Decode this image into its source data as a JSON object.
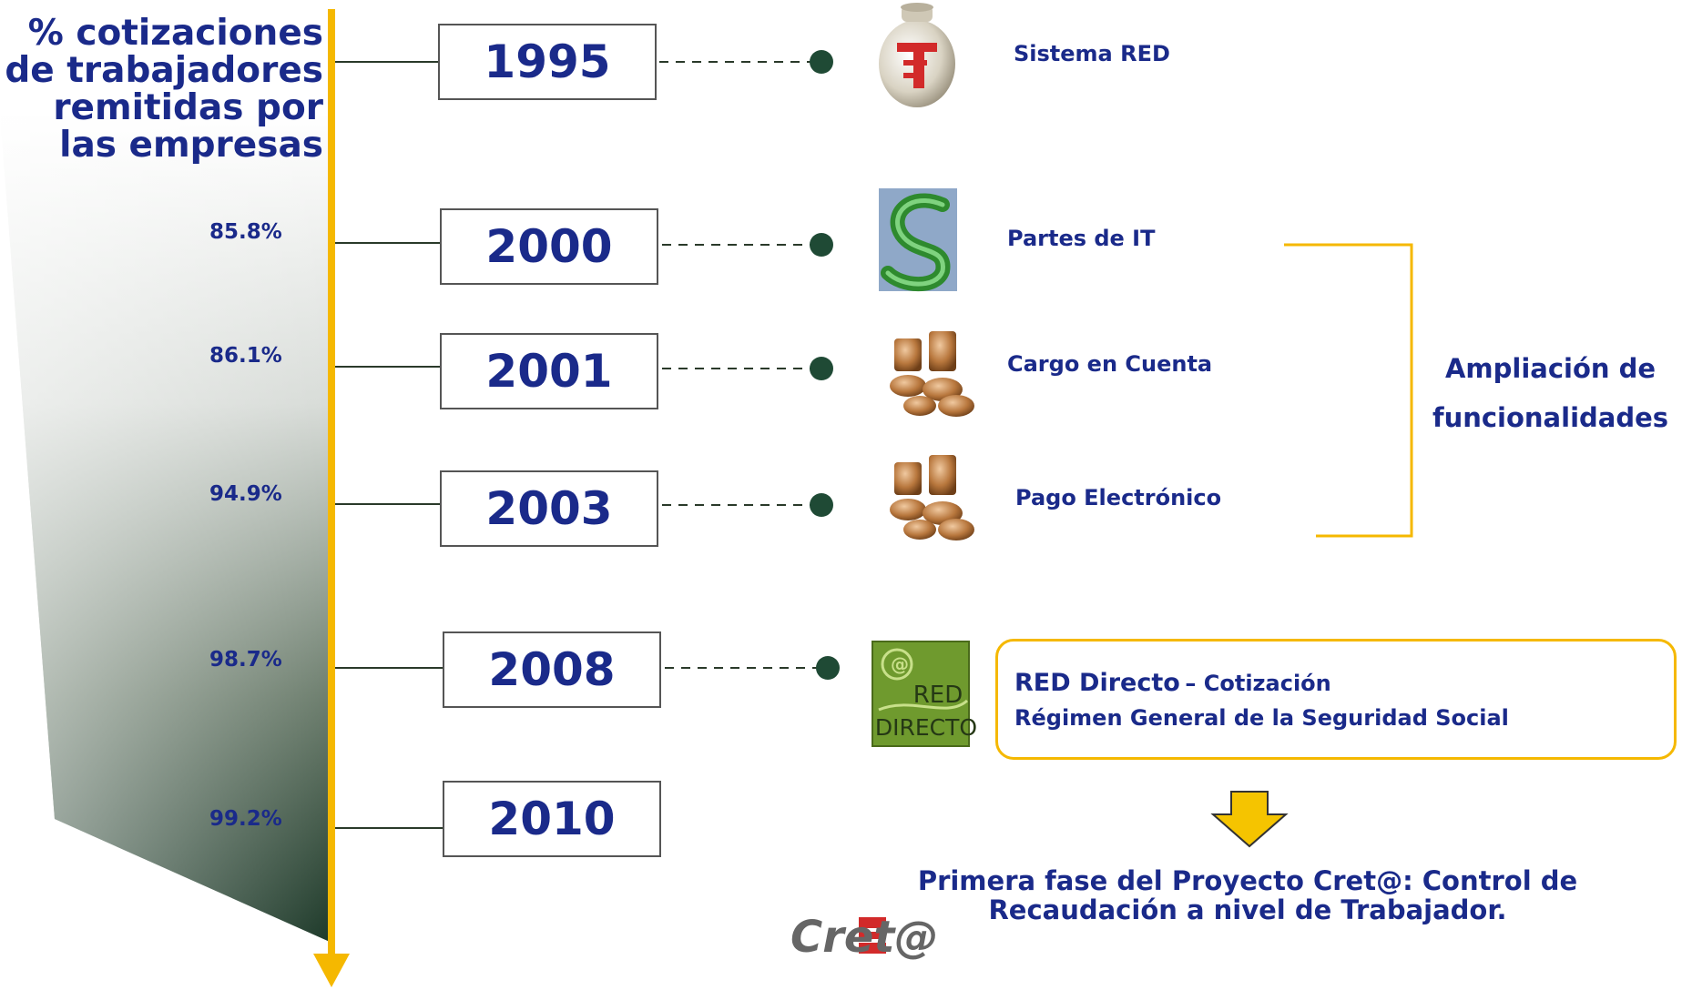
{
  "title_lines": [
    "% cotizaciones",
    "de trabajadores",
    "remitidas por",
    "las empresas"
  ],
  "timeline": [
    {
      "year": "1995",
      "percent": "",
      "label": "Sistema RED",
      "icon": "piggy-bank-icon"
    },
    {
      "year": "2000",
      "percent": "85.8%",
      "label": "Partes de IT",
      "icon": "green-s-logo-icon"
    },
    {
      "year": "2001",
      "percent": "86.1%",
      "label": "Cargo en Cuenta",
      "icon": "coins-icon"
    },
    {
      "year": "2003",
      "percent": "94.9%",
      "label": "Pago Electrónico",
      "icon": "coins-icon"
    },
    {
      "year": "2008",
      "percent": "98.7%",
      "label": "",
      "icon": "red-directo-logo-icon"
    },
    {
      "year": "2010",
      "percent": "99.2%",
      "label": "",
      "icon": ""
    }
  ],
  "group_label_lines": [
    "Ampliación de",
    "funcionalidades"
  ],
  "red_directo": {
    "title": "RED Directo",
    "dash_text": "– Cotización",
    "line2": "Régimen General de la Seguridad Social",
    "logo_text_top": "RED",
    "logo_text_bottom": "DIRECTO"
  },
  "conclusion_lines": [
    "Primera fase del Proyecto Cret@: Control de",
    "Recaudación a nivel de Trabajador."
  ],
  "logo_text": "Cret@",
  "colors": {
    "accent_yellow": "#f5b800",
    "text_blue": "#1a2a8a",
    "dot_green": "#1f4a35",
    "shade_dark": "#203a2c"
  }
}
